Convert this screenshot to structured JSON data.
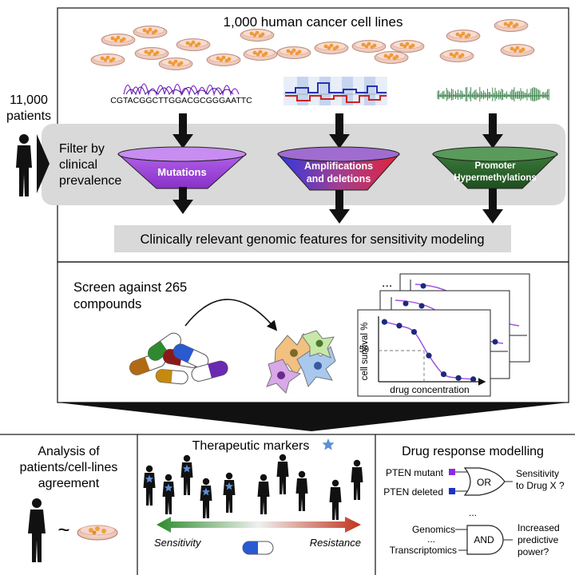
{
  "top": {
    "title": "1,000 human cancer cell lines",
    "sequence": "CGTACGGCTTGGACGCGGGAATTC",
    "patients_count": "11,000",
    "patients_label": "patients",
    "filter_line1": "Filter by",
    "filter_line2": "clinical",
    "filter_line3": "prevalence",
    "funnels": [
      {
        "label": "Mutations",
        "color": "#a045d8"
      },
      {
        "label1": "Amplifications",
        "label2": "and deletions",
        "color_left": "#3a3adf",
        "color_right": "#e0283a"
      },
      {
        "label1": "Promoter",
        "label2": "Hypermethylations",
        "color": "#2e6a2e"
      }
    ],
    "features_box": "Clinically relevant genomic features for sensitivity modeling"
  },
  "screen": {
    "line1": "Screen against 265",
    "line2": "compounds",
    "ellipsis": "...",
    "chart_data": {
      "type": "line",
      "ylabel": "cell survival %",
      "xlabel": "drug concentration",
      "ytick": "50",
      "x": [
        1,
        2,
        3,
        4,
        5,
        6,
        7
      ],
      "y": [
        96,
        90,
        80,
        42,
        12,
        6,
        4
      ]
    }
  },
  "bottom": {
    "left_line1": "Analysis of",
    "left_line2": "patients/cell-lines",
    "left_line3": "agreement",
    "tilde": "~",
    "middle_title": "Therapeutic markers",
    "sensitivity": "Sensitivity",
    "resistance": "Resistance",
    "right_title": "Drug response modelling",
    "pten_mutant": "PTEN mutant",
    "pten_deleted": "PTEN deleted",
    "or_gate": "OR",
    "sens_line1": "Sensitivity",
    "sens_line2": "to Drug X ?",
    "dots": "...",
    "genomics": "Genomics",
    "dots2": "...",
    "transcriptomics": "Transcriptomics",
    "and_gate": "AND",
    "inc_line1": "Increased",
    "inc_line2": "predictive",
    "inc_line3": "power?"
  },
  "colors": {
    "star": "#5b8fd8",
    "marker_purple": "#8a2be2",
    "marker_blue": "#2030c8",
    "curve": "#a050e0",
    "dots": "#1c2a7a",
    "gray_band": "#d9d9d9"
  }
}
